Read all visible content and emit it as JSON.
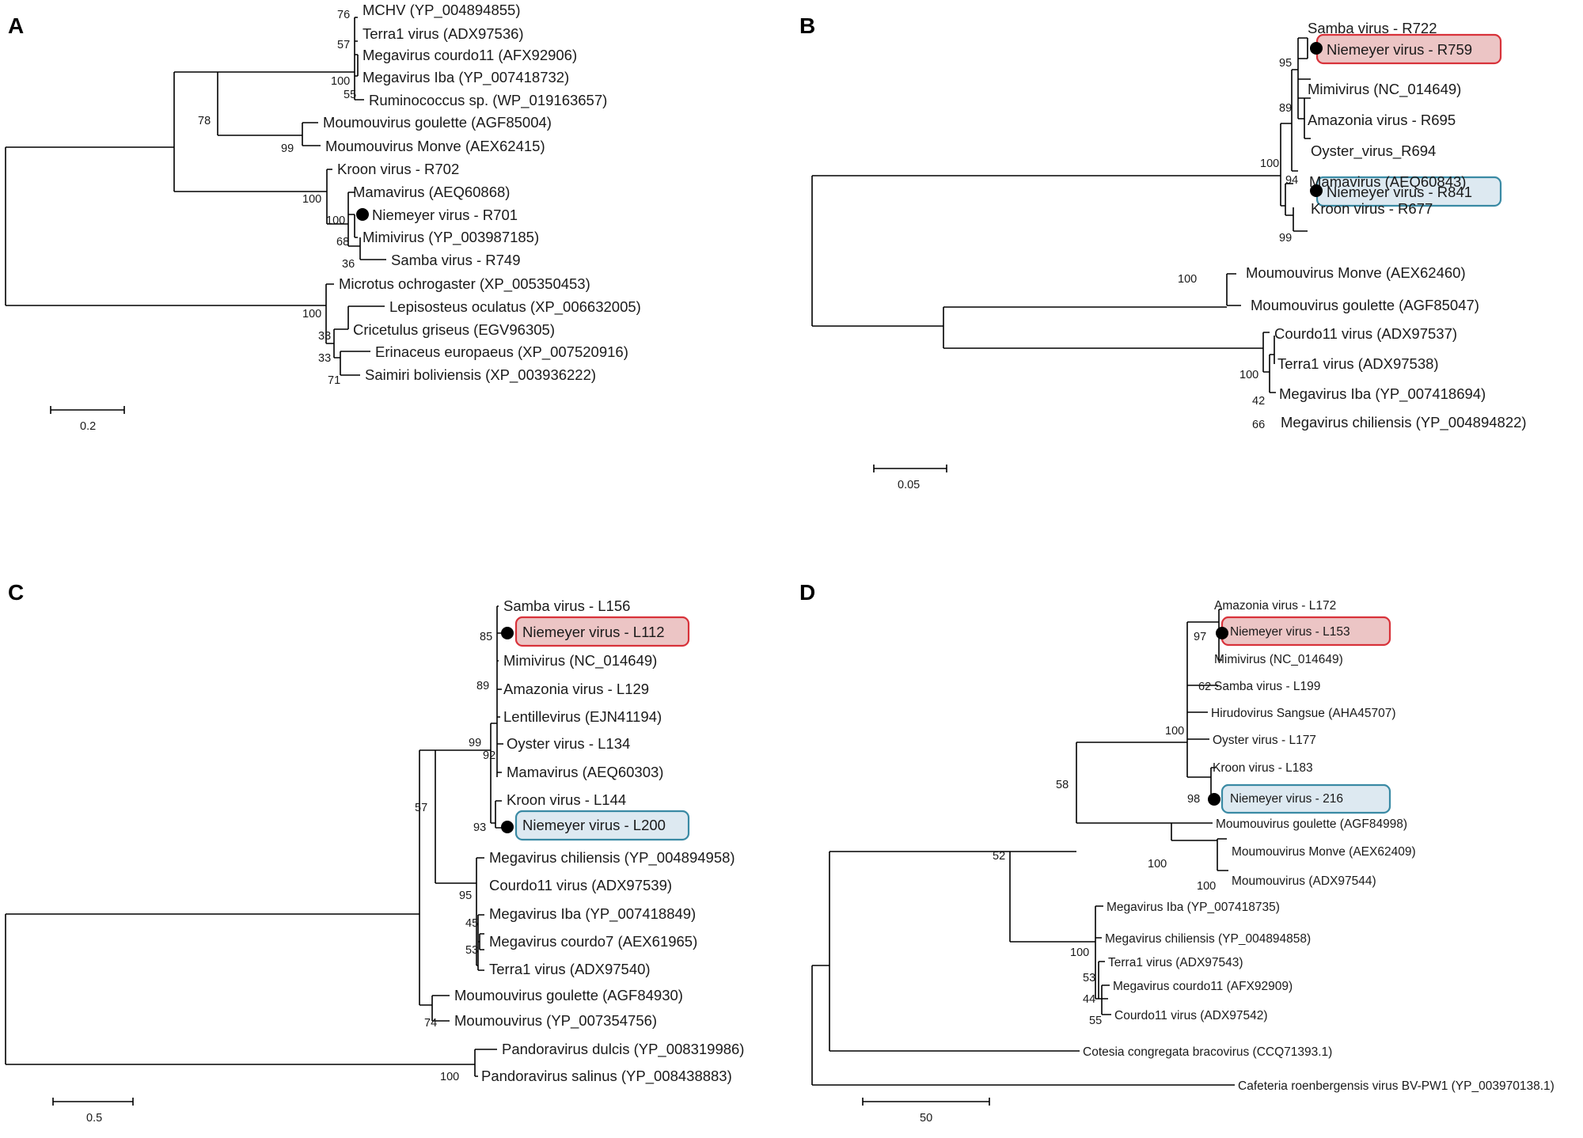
{
  "panels": [
    {
      "id": "A",
      "letter": "A",
      "scale_label": "0.2",
      "leaves": [
        "MCHV (YP_004894855)",
        "Terra1 virus (ADX97536)",
        "Megavirus courdo11 (AFX92906)",
        "Megavirus Iba (YP_007418732)",
        "Ruminococcus sp. (WP_019163657)",
        "Moumouvirus goulette (AGF85004)",
        "Moumouvirus Monve (AEX62415)",
        "Kroon virus - R702",
        "Mamavirus (AEQ60868)",
        "Niemeyer virus - R701",
        "Mimivirus (YP_003987185)",
        "Samba virus - R749",
        "Microtus ochrogaster (XP_005350453)",
        "Lepisosteus oculatus (XP_006632005)",
        "Cricetulus griseus (EGV96305)",
        "Erinaceus europaeus (XP_007520916)",
        "Saimiri boliviensis (XP_003936222)"
      ],
      "bootstraps": [
        "76",
        "57",
        "100",
        "55",
        "78",
        "99",
        "100",
        "100",
        "68",
        "36",
        "100",
        "33",
        "33",
        "71"
      ]
    },
    {
      "id": "B",
      "letter": "B",
      "scale_label": "0.05",
      "leaves": [
        "Samba virus - R722",
        "Niemeyer virus - R759",
        "Mimivirus (NC_014649)",
        "Amazonia virus - R695",
        "Oyster_virus_R694",
        "Mamavirus (AEQ60843)",
        "Kroon virus - R677",
        "Niemeyer virus - R841",
        "Moumouvirus Monve (AEX62460)",
        "Moumouvirus goulette (AGF85047)",
        "Courdo11 virus (ADX97537)",
        "Terra1 virus (ADX97538)",
        "Megavirus Iba (YP_007418694)",
        "Megavirus chiliensis (YP_004894822)"
      ],
      "bootstraps": [
        "95",
        "89",
        "100",
        "94",
        "99",
        "100",
        "100",
        "42",
        "66"
      ]
    },
    {
      "id": "C",
      "letter": "C",
      "scale_label": "0.5",
      "leaves": [
        "Samba virus - L156",
        "Niemeyer virus - L112",
        "Mimivirus (NC_014649)",
        "Amazonia virus - L129",
        "Lentillevirus (EJN41194)",
        "Oyster virus - L134",
        "Mamavirus (AEQ60303)",
        "Kroon virus - L144",
        "Niemeyer virus - L200",
        "Megavirus chiliensis (YP_004894958)",
        "Courdo11 virus (ADX97539)",
        "Megavirus Iba (YP_007418849)",
        "Megavirus courdo7 (AEX61965)",
        "Terra1 virus (ADX97540)",
        "Moumouvirus goulette (AGF84930)",
        "Moumouvirus (YP_007354756)",
        "Pandoravirus dulcis (YP_008319986)",
        "Pandoravirus salinus (YP_008438883)"
      ],
      "bootstraps": [
        "85",
        "89",
        "99",
        "92",
        "93",
        "57",
        "95",
        "45",
        "53",
        "74",
        "100"
      ]
    },
    {
      "id": "D",
      "letter": "D",
      "scale_label": "50",
      "leaves": [
        "Amazonia virus - L172",
        "Niemeyer virus - L153",
        "Mimivirus (NC_014649)",
        "Samba virus - L199",
        "Hirudovirus Sangsue (AHA45707)",
        "Oyster virus - L177",
        "Kroon virus - L183",
        "Niemeyer virus - 216",
        "Moumouvirus goulette (AGF84998)",
        "Moumouvirus Monve (AEX62409)",
        "Moumouvirus (ADX97544)",
        "Megavirus Iba (YP_007418735)",
        "Megavirus chiliensis (YP_004894858)",
        "Terra1 virus (ADX97543)",
        "Megavirus courdo11 (AFX92909)",
        "Courdo11 virus (ADX97542)",
        "Cotesia congregata bracovirus (CCQ71393.1)",
        "Cafeteria roenbergensis virus BV-PW1 (YP_003970138.1)"
      ],
      "bootstraps": [
        "97",
        "62",
        "100",
        "98",
        "58",
        "100",
        "100",
        "52",
        "100",
        "53",
        "44",
        "55"
      ]
    }
  ],
  "colors": {
    "highlight_red_fill": "#ecc5c5",
    "highlight_red_stroke": "#d8323a",
    "highlight_blue_fill": "#dde9f1",
    "highlight_blue_stroke": "#3a8aa4",
    "branch": "#000000"
  }
}
